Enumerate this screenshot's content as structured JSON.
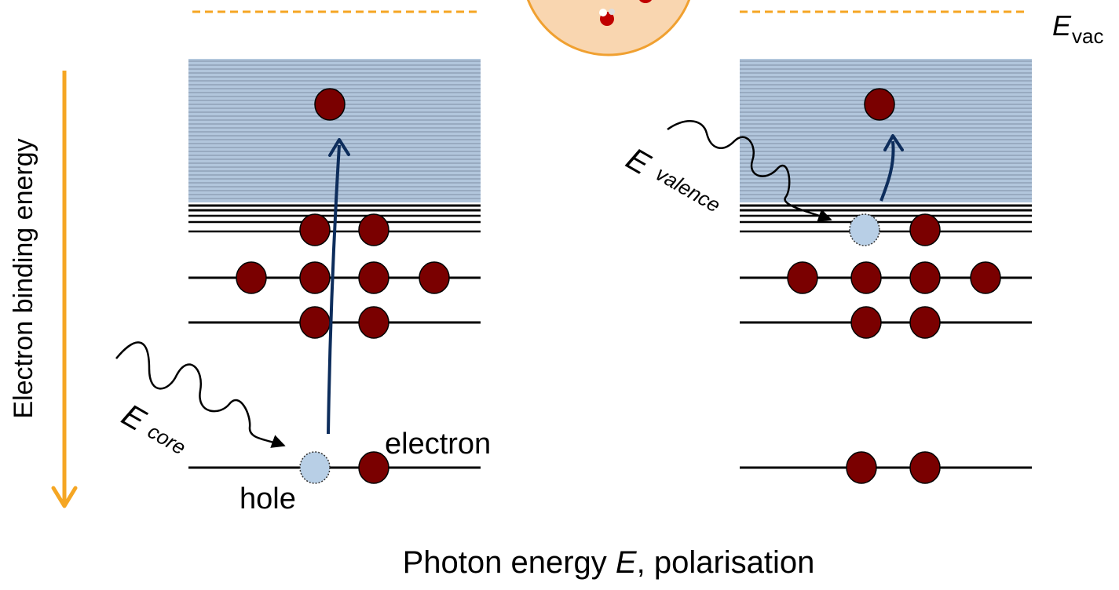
{
  "labels": {
    "vacuum_level": "E",
    "vacuum_level_sub": "vac",
    "y_axis": "Electron binding energy",
    "x_axis_prefix": "Photon energy ",
    "x_axis_symbol": "E",
    "x_axis_suffix": ", polarisation",
    "core_photon": "E",
    "core_photon_sub": "core",
    "valence_photon": "E",
    "valence_photon_sub": "valence",
    "hole": "hole",
    "electron": "electron"
  },
  "colors": {
    "electron": "#7a0000",
    "hole": "#b8cfe6",
    "band": "#b2c6dc",
    "band_lines": "#7f8fa3",
    "arrow": "#0d2d5c",
    "vacuum_dash": "#f5a623",
    "axis_arrow": "#f5a623",
    "sphere": "#f9d6b0",
    "sphere_border": "#f0a030"
  },
  "panels": [
    {
      "name": "core-excitation",
      "hole_level": "core",
      "electrons_per_level": [
        2,
        4,
        2,
        1
      ]
    },
    {
      "name": "valence-excitation",
      "hole_level": "valence",
      "electrons_per_level": [
        1,
        4,
        2,
        2
      ]
    }
  ]
}
